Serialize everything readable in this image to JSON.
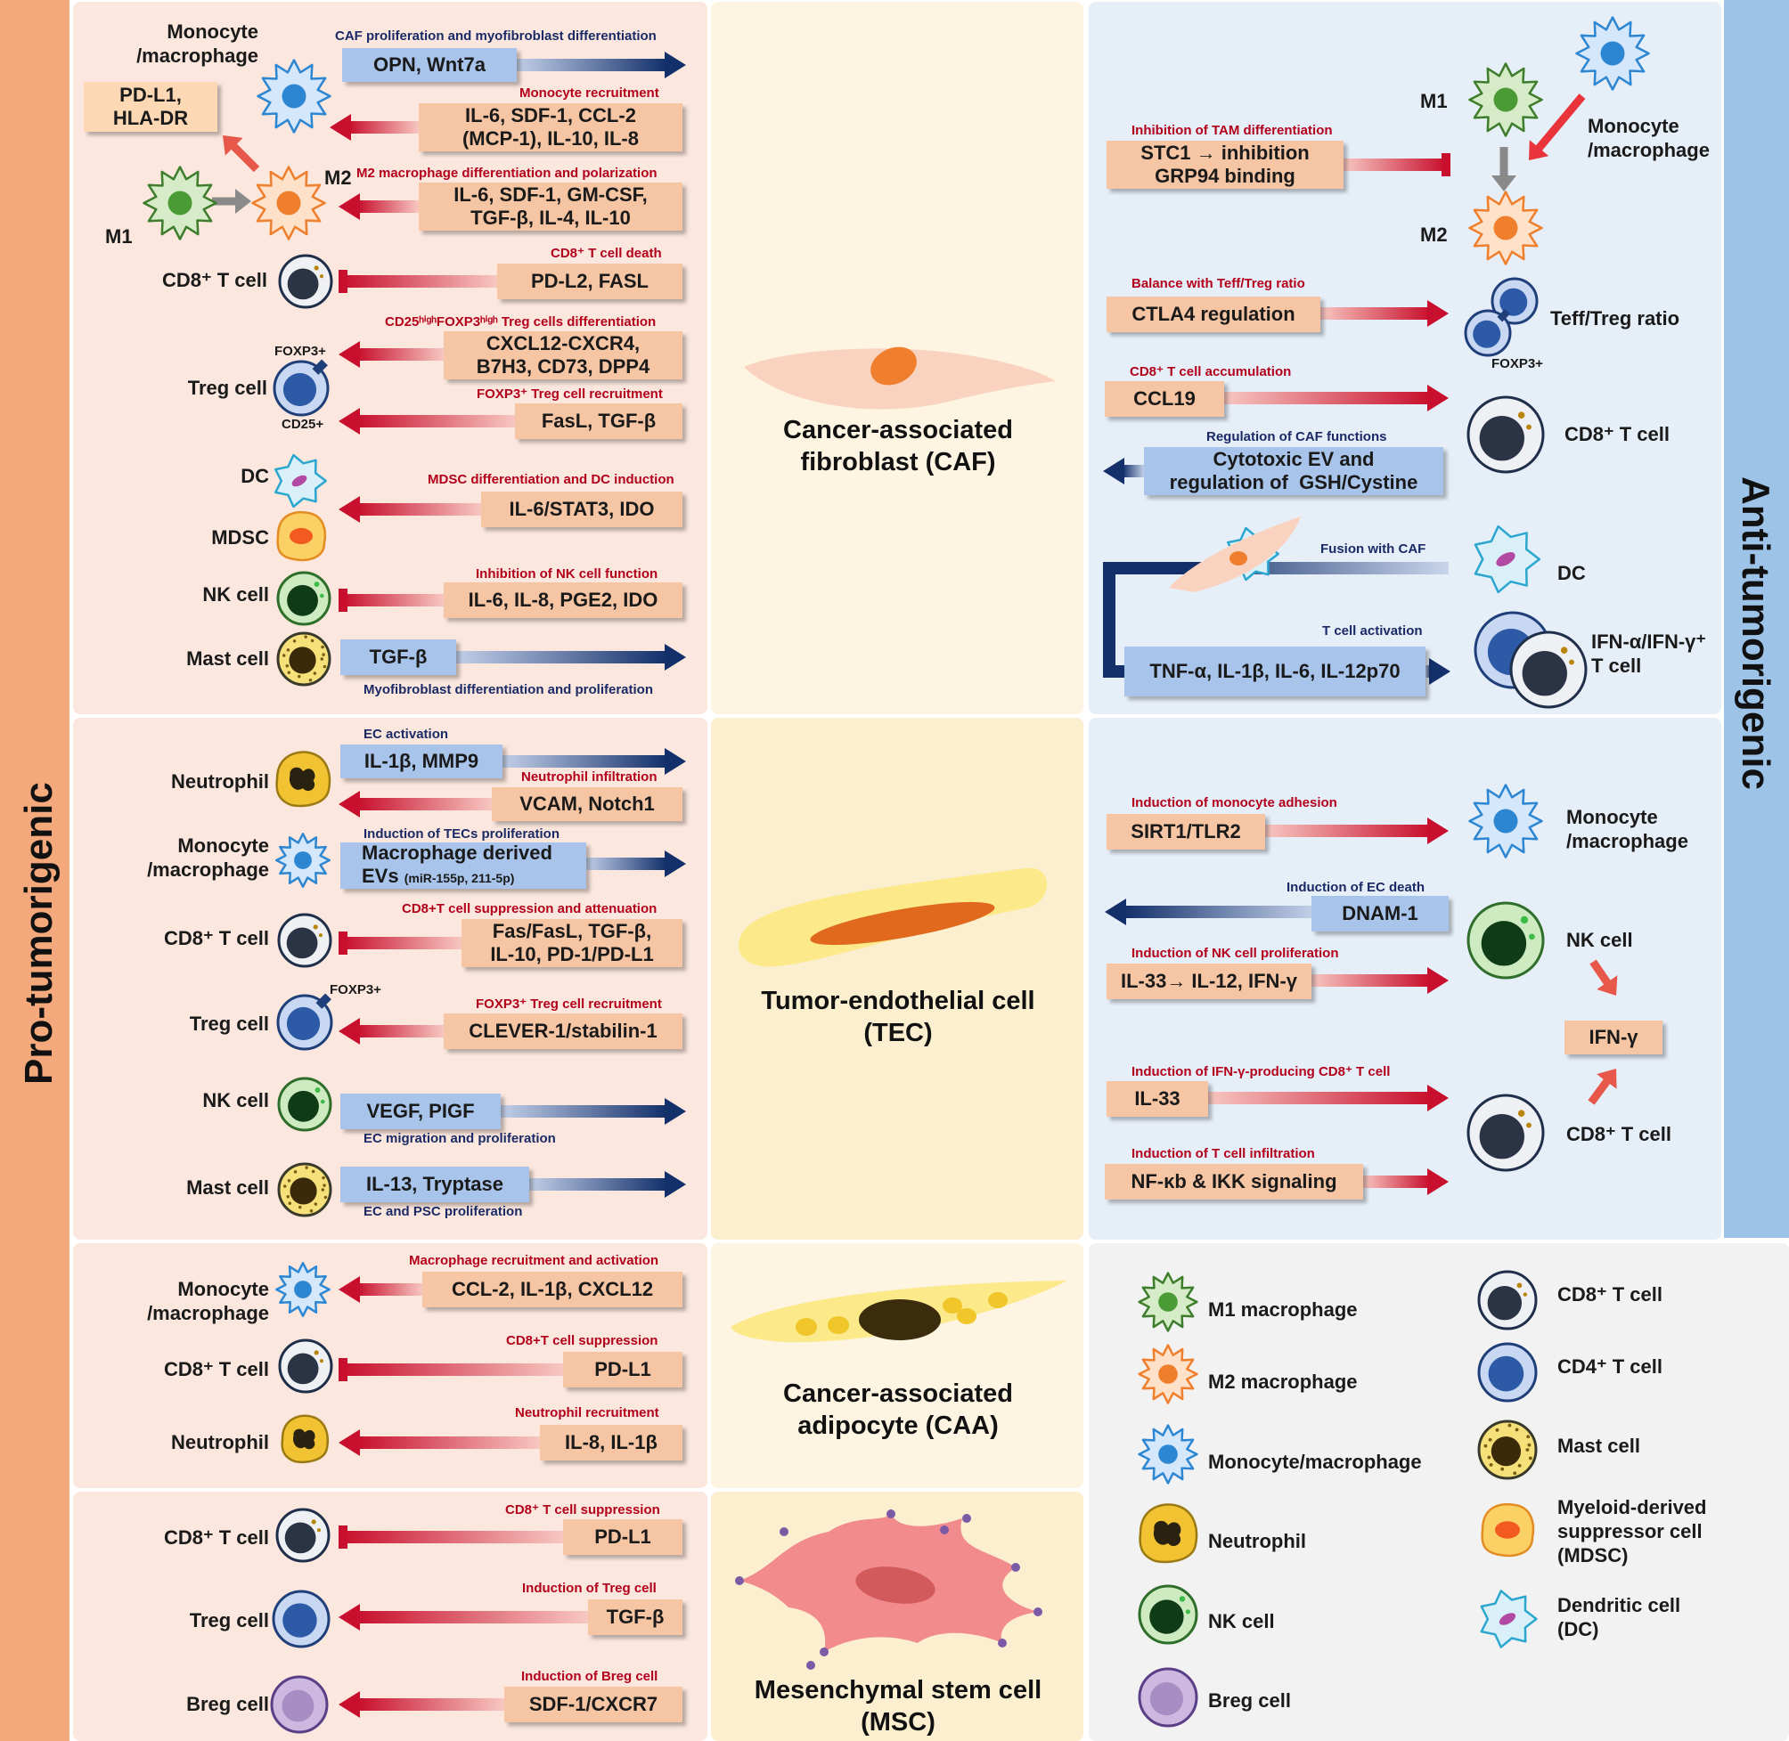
{
  "side_labels": {
    "left": "Pro-tumorigenic",
    "right": "Anti-tumorigenic"
  },
  "stromal_cells": {
    "caf": "Cancer-associated\nfibroblast (CAF)",
    "tec": "Tumor-endothelial cell\n(TEC)",
    "caa": "Cancer-associated\nadipocyte (CAA)",
    "msc": "Mesenchymal stem cell\n(MSC)"
  },
  "pro_caf": {
    "monocyte": "Monocyte\n/macrophage",
    "pdl1": "PD-L1,\nHLA-DR",
    "m2": "M2",
    "m1": "M1",
    "cd8": "CD8⁺ T cell",
    "foxp3": "FOXP3+",
    "treg": "Treg cell",
    "cd25": "CD25+",
    "dc": "DC",
    "mdsc": "MDSC",
    "nk": "NK cell",
    "mast": "Mast cell",
    "r1_label": "CAF proliferation and myofibroblast differentiation",
    "r1_box": "OPN, Wnt7a",
    "r2_label": "Monocyte recruitment",
    "r2_box": "IL-6, SDF-1, CCL-2\n(MCP-1), IL-10, IL-8",
    "r3_label": "M2 macrophage differentiation and polarization",
    "r3_box": "IL-6, SDF-1, GM-CSF,\nTGF-β, IL-4, IL-10",
    "r4_label": "CD8⁺ T cell death",
    "r4_box": "PD-L2, FASL",
    "r5_label": "CD25ʰⁱᵍʰFOXP3ʰⁱᵍʰ Treg cells differentiation",
    "r5_box": "CXCL12-CXCR4,\nB7H3, CD73, DPP4",
    "r6_label": "FOXP3⁺ Treg cell recruitment",
    "r6_box": "FasL, TGF-β",
    "r7_label": "MDSC differentiation and DC induction",
    "r7_box": "IL-6/STAT3, IDO",
    "r8_label": "Inhibition of NK cell function",
    "r8_box": "IL-6, IL-8, PGE2, IDO",
    "r9_box": "TGF-β",
    "r9_label": "Myofibroblast differentiation and proliferation"
  },
  "anti_caf": {
    "m1": "M1",
    "m2": "M2",
    "monocyte": "Monocyte\n/macrophage",
    "r1_label": "Inhibition of TAM differentiation",
    "r1_box": "STC1 → inhibition\nGRP94 binding",
    "r2_label": "Balance with Teff/Treg ratio",
    "r2_box": "CTLA4 regulation",
    "teff": "Teff/Treg ratio",
    "foxp3": "FOXP3+",
    "r3_label": "CD8⁺ T cell accumulation",
    "r3_box": "CCL19",
    "cd8": "CD8⁺ T cell",
    "r4_label": "Regulation of CAF functions",
    "r4_box": "Cytotoxic EV and\nregulation of  GSH/Cystine",
    "fusion": "Fusion with CAF",
    "dc": "DC",
    "r5_label": "T cell activation",
    "r5_box": "TNF-α, IL-1β, IL-6, IL-12p70",
    "ifn": "IFN-α/IFN-γ⁺\nT cell"
  },
  "pro_tec": {
    "neutrophil": "Neutrophil",
    "monocyte": "Monocyte\n/macrophage",
    "cd8": "CD8⁺ T cell",
    "foxp3": "FOXP3+",
    "treg": "Treg cell",
    "nk": "NK cell",
    "mast": "Mast cell",
    "r1_label": "EC activation",
    "r1_box": "IL-1β, MMP9",
    "r2_label": "Neutrophil infiltration",
    "r2_box": "VCAM, Notch1",
    "r3_label": "Induction of TECs proliferation",
    "r3_box_a": "Macrophage derived",
    "r3_box_b": "EVs",
    "r3_box_c": "(miR-155p, 211-5p)",
    "r4_label": "CD8+T cell suppression and attenuation",
    "r4_box": "Fas/FasL, TGF-β,\nIL-10, PD-1/PD-L1",
    "r5_label": "FOXP3⁺ Treg cell recruitment",
    "r5_box": "CLEVER-1/stabilin-1",
    "r6_box": "VEGF, PIGF",
    "r6_label": "EC migration and proliferation",
    "r7_box": "IL-13, Tryptase",
    "r7_label": "EC and PSC proliferation"
  },
  "anti_tec": {
    "r1_label": "Induction of monocyte adhesion",
    "r1_box": "SIRT1/TLR2",
    "monocyte": "Monocyte\n/macrophage",
    "r2_label": "Induction of EC death",
    "r2_box": "DNAM-1",
    "nk": "NK cell",
    "r3_label": "Induction of NK cell proliferation",
    "r3_box": "IL-33→ IL-12, IFN-γ",
    "ifng": "IFN-γ",
    "r4_label": "Induction of IFN-γ-producing CD8⁺ T cell",
    "r4_box": "IL-33",
    "cd8": "CD8⁺ T cell",
    "r5_label": "Induction of T cell infiltration",
    "r5_box": "NF-κb & IKK signaling"
  },
  "pro_caa": {
    "monocyte": "Monocyte\n/macrophage",
    "cd8": "CD8⁺ T cell",
    "neutrophil": "Neutrophil",
    "r1_label": "Macrophage recruitment and activation",
    "r1_box": "CCL-2, IL-1β, CXCL12",
    "r2_label": "CD8+T cell suppression",
    "r2_box": "PD-L1",
    "r3_label": "Neutrophil recruitment",
    "r3_box": "IL-8, IL-1β"
  },
  "pro_msc": {
    "cd8": "CD8⁺ T cell",
    "treg": "Treg cell",
    "breg": "Breg cell",
    "r1_label": "CD8⁺ T cell suppression",
    "r1_box": "PD-L1",
    "r2_label": "Induction of Treg cell",
    "r2_box": "TGF-β",
    "r3_label": "Induction of Breg cell",
    "r3_box": "SDF-1/CXCR7"
  },
  "legend": {
    "m1": "M1 macrophage",
    "m2": "M2 macrophage",
    "mono": "Monocyte/macrophage",
    "neut": "Neutrophil",
    "nk": "NK cell",
    "breg": "Breg cell",
    "cd8": "CD8⁺ T cell",
    "cd4": "CD4⁺ T cell",
    "mast": "Mast cell",
    "mdsc": "Myeloid-derived\nsuppressor cell\n(MDSC)",
    "dc": "Dendritic cell\n(DC)"
  },
  "colors": {
    "pro_bg": "#fbe7de",
    "anti_bg": "#e6eef8",
    "center_bg": "#fdf4e2",
    "side_left": "#f4a97d",
    "side_right": "#9dc3e8",
    "red_arrow": "#c8102e",
    "blue_arrow": "#13306b"
  }
}
